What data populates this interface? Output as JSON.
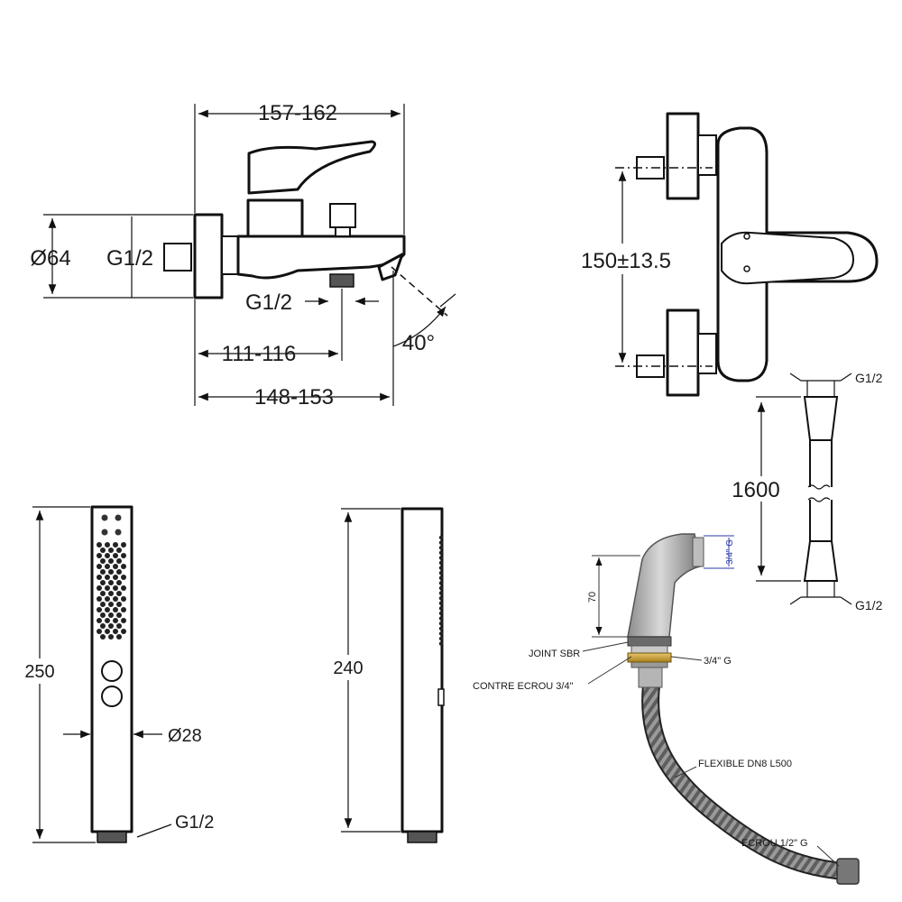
{
  "mixer_side_view": {
    "width_overall": "157-162",
    "diameter": "Ø64",
    "inlet_thread": "G1/2",
    "outlet_thread": "G1/2",
    "distance_outlet": "111-116",
    "depth": "148-153",
    "spout_angle": "40°"
  },
  "mixer_top_view": {
    "center_distance": "150±13.5"
  },
  "hose": {
    "length": "1600",
    "thread_top": "G1/2",
    "thread_bottom": "G1/2"
  },
  "hand_shower_front": {
    "length": "250",
    "diameter": "Ø28",
    "thread": "G1/2"
  },
  "hand_shower_side": {
    "length": "240"
  },
  "diverter_assembly": {
    "height": "70",
    "thread_top": "3/4\" G",
    "joint": "JOINT SBR",
    "lock_nut": "CONTRE ECROU 3/4\"",
    "thread_side": "3/4\" G",
    "flexible": "FLEXIBLE DN8 L500",
    "nut": "ECROU 1/2\" G"
  }
}
